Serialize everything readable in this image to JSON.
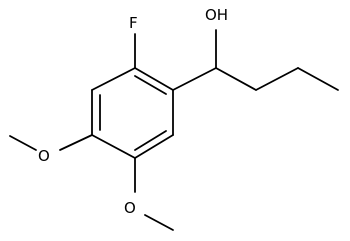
{
  "molecule": {
    "atoms": {
      "fluorine": "F",
      "hydroxyl": "OH",
      "methoxy_left_oxygen": "O",
      "methoxy_bottom_oxygen": "O"
    },
    "colors": {
      "bond": "#000000",
      "label": "#000000",
      "background": "#ffffff"
    }
  }
}
